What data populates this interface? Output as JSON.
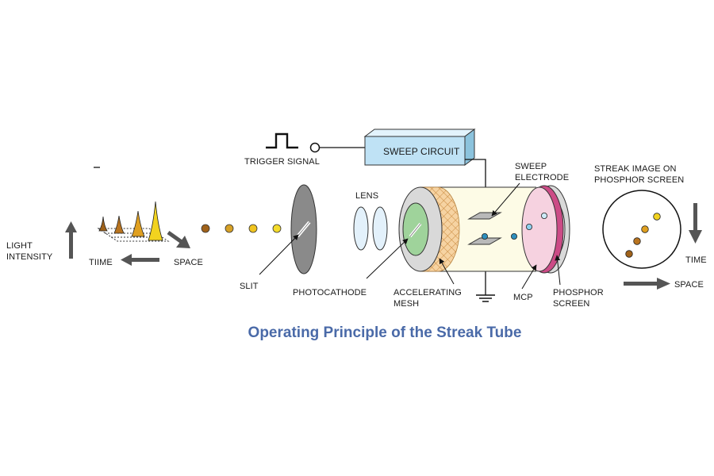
{
  "caption": "Operating Principle of the Streak Tube",
  "labels": {
    "light_intensity_line1": "LIGHT",
    "light_intensity_line2": "INTENSITY",
    "time_axis": "TIIME",
    "space_axis": "SPACE",
    "slit": "SLIT",
    "trigger_signal": "TRIGGER SIGNAL",
    "sweep_circuit": "SWEEP CIRCUIT",
    "lens": "LENS",
    "photocathode": "PHOTOCATHODE",
    "accelerating_mesh_line1": "ACCELERATING",
    "accelerating_mesh_line2": "MESH",
    "sweep_electrode_line1": "SWEEP",
    "sweep_electrode_line2": "ELECTRODE",
    "mcp": "MCP",
    "phosphor_screen_line1": "PHOSPHOR",
    "phosphor_screen_line2": "SCREEN",
    "streak_image_line1": "STREAK IMAGE ON",
    "streak_image_line2": "PHOSPHOR SCREEN",
    "screen_time": "TIME",
    "screen_space": "SPACE"
  },
  "colors": {
    "caption": "#4a6aa8",
    "pulse_early": "#a0621a",
    "pulse_mid": "#e0a020",
    "pulse_late": "#f2d31f",
    "slit_disc": "#8a8a8a",
    "lens": "#e3f1fb",
    "photocathode": "#9fd39b",
    "tube_body": "#fdfbe6",
    "accelerating_mesh": "#f2c48a",
    "mcp": "#f6d2e0",
    "phosphor_ring": "#cc4b86",
    "sweep_circuit_box": "#bfe2f5",
    "electron": "#2e8fbd",
    "arrow": "#555555"
  },
  "icons": [
    "square-pulse-icon",
    "up-arrow-icon",
    "left-arrow-icon",
    "down-arrow-icon",
    "right-arrow-icon",
    "ground-icon"
  ]
}
